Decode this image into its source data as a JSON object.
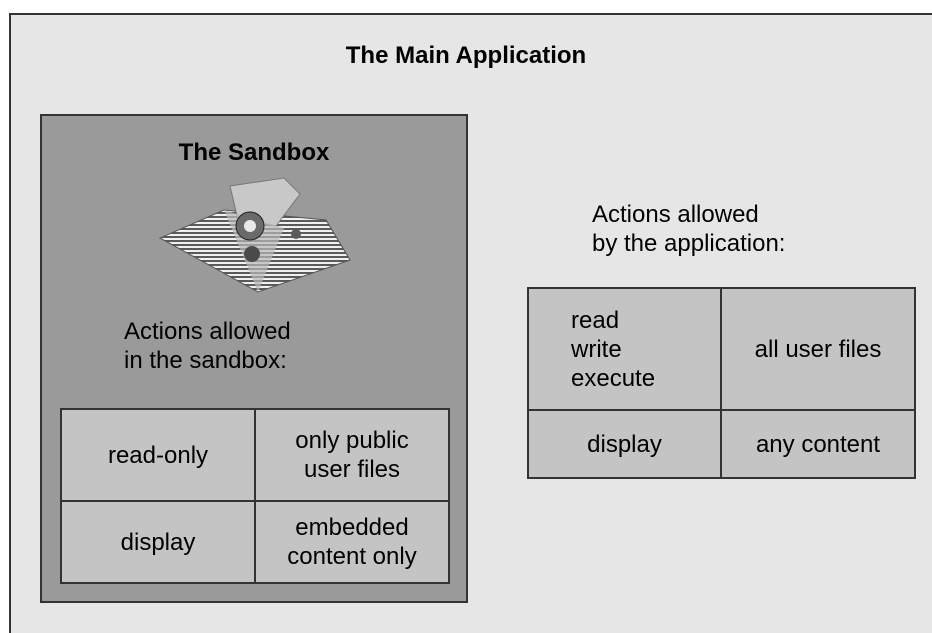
{
  "application": {
    "title": "The Main Application",
    "actions_label": [
      "Actions allowed",
      "by the application:"
    ],
    "permissions": [
      {
        "actions": [
          "read",
          "write",
          "execute"
        ],
        "scope": "all user files"
      },
      {
        "actions": [
          "display"
        ],
        "scope": "any content"
      }
    ]
  },
  "sandbox": {
    "title": "The Sandbox",
    "icon": "sandbox-icon",
    "actions_label": [
      "Actions allowed",
      "in the sandbox:"
    ],
    "permissions": [
      {
        "actions": [
          "read-only"
        ],
        "scope": [
          "only public",
          "user files"
        ]
      },
      {
        "actions": [
          "display"
        ],
        "scope": [
          "embedded",
          "content only"
        ]
      }
    ]
  },
  "colors": {
    "application_background": "#e6e6e6",
    "sandbox_background": "#9a9a9a",
    "table_cell": "#c4c4c4",
    "border": "#333333"
  }
}
